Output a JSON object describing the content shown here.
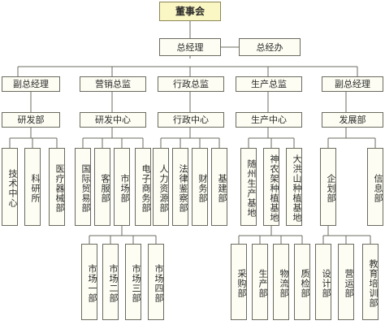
{
  "root": "董事会",
  "level1": {
    "gm": "总经理",
    "office": "总经办"
  },
  "level2": {
    "vp_left": "副总经理",
    "marketing": "营销总监",
    "admin": "行政总监",
    "production": "生产总监",
    "vp_right": "副总经理"
  },
  "level3": {
    "rd_dept": "研发部",
    "rd_center": "研发中心",
    "admin_center": "行政中心",
    "prod_center": "生产中心",
    "dev_dept": "发展部"
  },
  "level4": {
    "tech_center": "技术中心",
    "institute": "科研所",
    "medical_equipment": "医疗器械部",
    "intl_trade": "国际贸易部",
    "customer_service": "客服部",
    "market": "市场部",
    "ecommerce": "电子商务部",
    "hr": "人力资源部",
    "legal": "法律鉴察部",
    "finance": "财务部",
    "infrastructure": "基建部",
    "suizhou_base": "随州生产基地",
    "shennongjia_base": "神农架种植基地",
    "dahongshan_base": "大洪山种植基地",
    "planning": "企划部",
    "info": "信息部"
  },
  "level5": {
    "market1": "市场一部",
    "market2": "市场二部",
    "market3": "市场三部",
    "market4": "市场四部",
    "purchasing": "采购部",
    "production": "生产部",
    "logistics": "物流部",
    "qc": "质检部",
    "design": "设计部",
    "operations": "营运部",
    "training": "教育培训部"
  }
}
